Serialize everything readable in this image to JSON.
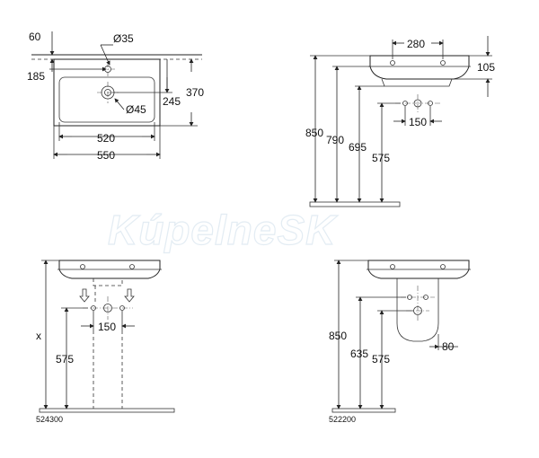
{
  "watermark": "KúpelneSK",
  "top_left": {
    "d60": "60",
    "d35": "Ø35",
    "d185": "185",
    "d45": "Ø45",
    "d245": "245",
    "d370": "370",
    "d520": "520",
    "d550": "550"
  },
  "top_right": {
    "d280": "280",
    "d105": "105",
    "d150": "150",
    "d850": "850",
    "d790": "790",
    "d695": "695",
    "d575": "575"
  },
  "bottom_left": {
    "dx": "x",
    "d150": "150",
    "d575": "575",
    "code": "524300"
  },
  "bottom_right": {
    "d850": "850",
    "d635": "635",
    "d575": "575",
    "d80": "80",
    "code": "522200"
  }
}
